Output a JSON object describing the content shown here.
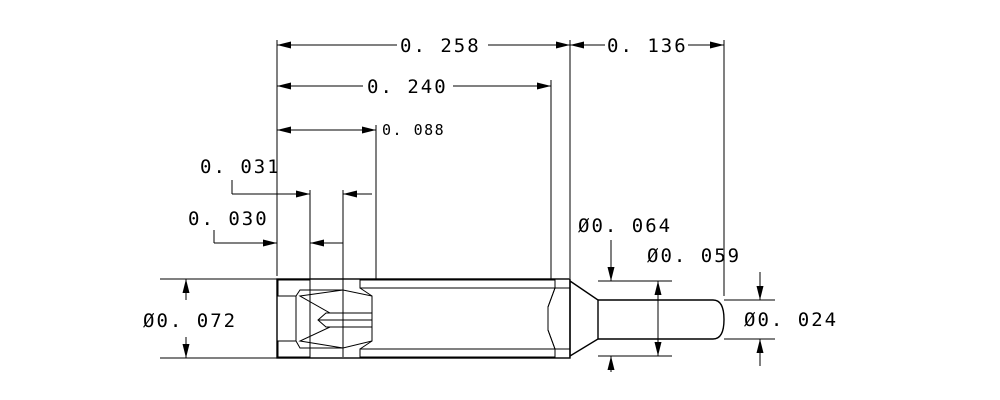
{
  "dimensions": {
    "overall_length": "0. 258",
    "body_length": "0. 240",
    "inner_depth": "0. 088",
    "groove_width": "0. 031",
    "groove_offset": "0. 030",
    "tail_length": "0. 136",
    "dia_body": "Ø0. 072",
    "dia_shoulder": "Ø0. 064",
    "dia_tail_base": "Ø0. 059",
    "dia_tail": "Ø0. 024"
  }
}
